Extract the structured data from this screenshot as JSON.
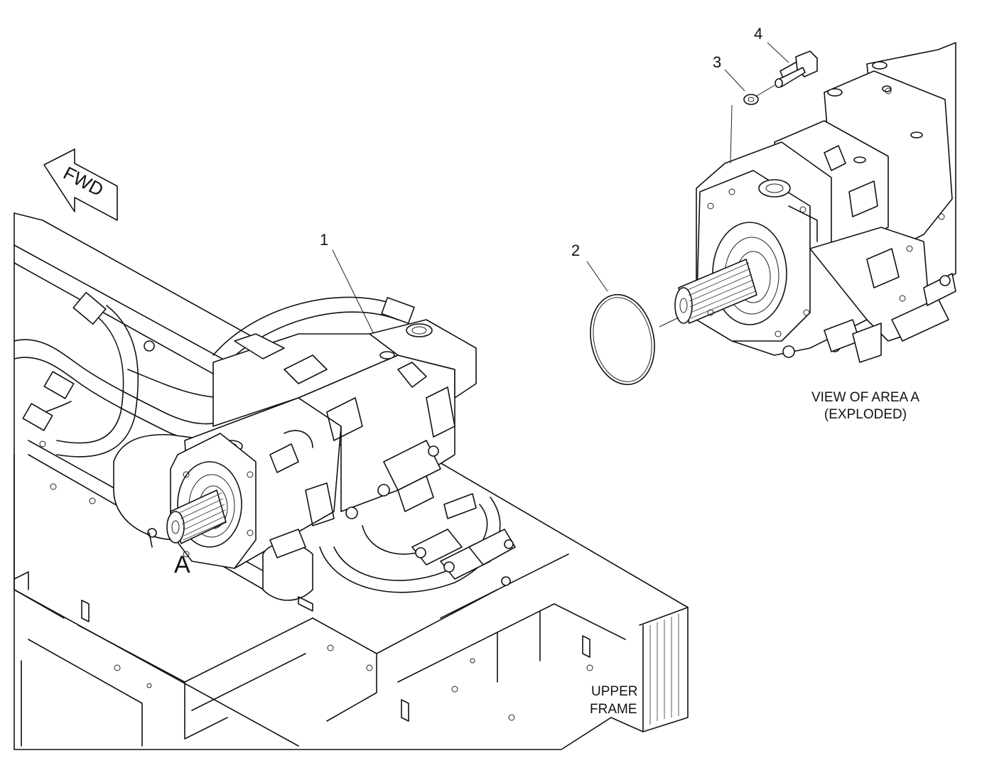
{
  "callouts": [
    "1",
    "2",
    "3",
    "4"
  ],
  "area_label": "A",
  "direction_label": "FWD",
  "view_caption_line1": "VIEW OF AREA A",
  "view_caption_line2": "(EXPLODED)",
  "frame_caption_line1": "UPPER",
  "frame_caption_line2": "FRAME"
}
